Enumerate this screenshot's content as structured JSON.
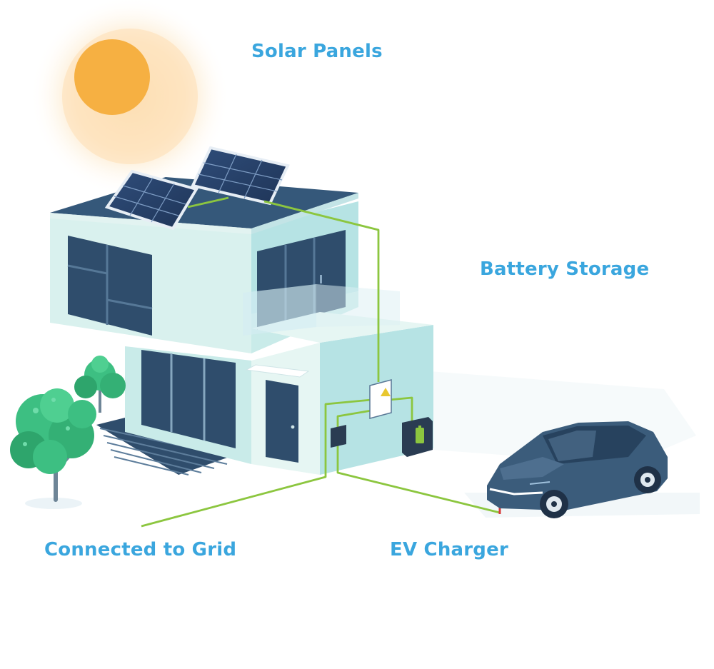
{
  "labels": {
    "solar": "Solar Panels",
    "battery": "Battery Storage",
    "grid": "Connected to Grid",
    "ev": "EV Charger"
  },
  "colors": {
    "label": "#3aa6de",
    "wire": "#8cc63f",
    "sun": "#f6b042",
    "house_light": "#b6e3e4",
    "house_pale": "#e6f6f3",
    "roof": "#35587a",
    "window": "#2f4d6c",
    "car": "#3b5c7b",
    "tree": "#3dbf82"
  },
  "icons": [
    "sun-icon",
    "solar-panel-icon",
    "house-icon",
    "tree-icon",
    "battery-icon",
    "inverter-icon",
    "ev-charger-icon",
    "electric-car-icon"
  ]
}
